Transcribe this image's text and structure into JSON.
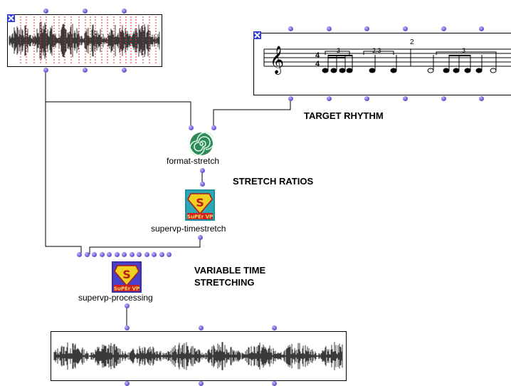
{
  "boxes": {
    "format_stretch": {
      "label": "format-stretch"
    },
    "supervp_timestretch": {
      "label": "supervp-timestretch",
      "logo_text": "SuPEr VP"
    },
    "supervp_processing": {
      "label": "supervp-processing",
      "logo_text": "SuPEr VP"
    }
  },
  "comments": {
    "target_rhythm": "TARGET RHYTHM",
    "stretch_ratios": "STRETCH RATIOS",
    "variable_time_stretching": "VARIABLE TIME\nSTRETCHING"
  },
  "score": {
    "time_signature_top": "4",
    "time_signature_bottom": "4",
    "tuplet_1": "3",
    "tuplet_2": "2.3",
    "tuplet_3": "3",
    "measure_number": "2"
  },
  "colors": {
    "inlet": "#6a5fd8",
    "closebox": "#2f3bd6",
    "waveform": "#3a3a3a",
    "markers": "#e03030",
    "spiral": "#2e8b57"
  }
}
